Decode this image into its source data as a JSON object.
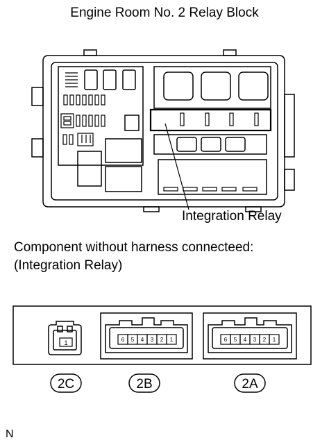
{
  "diagram": {
    "title": "Engine Room No. 2 Relay Block",
    "callout_label": "Integration Relay",
    "heading_line1": "Component without harness connecteed:",
    "heading_line2": "(Integration Relay)",
    "figure_code": "N",
    "connectors": [
      {
        "id": "2C",
        "pins": [
          "1"
        ]
      },
      {
        "id": "2B",
        "pins": [
          "6",
          "5",
          "4",
          "3",
          "2",
          "1"
        ]
      },
      {
        "id": "2A",
        "pins": [
          "6",
          "5",
          "4",
          "3",
          "2",
          "1"
        ]
      }
    ],
    "line_color": "#000000",
    "background_color": "#ffffff"
  }
}
